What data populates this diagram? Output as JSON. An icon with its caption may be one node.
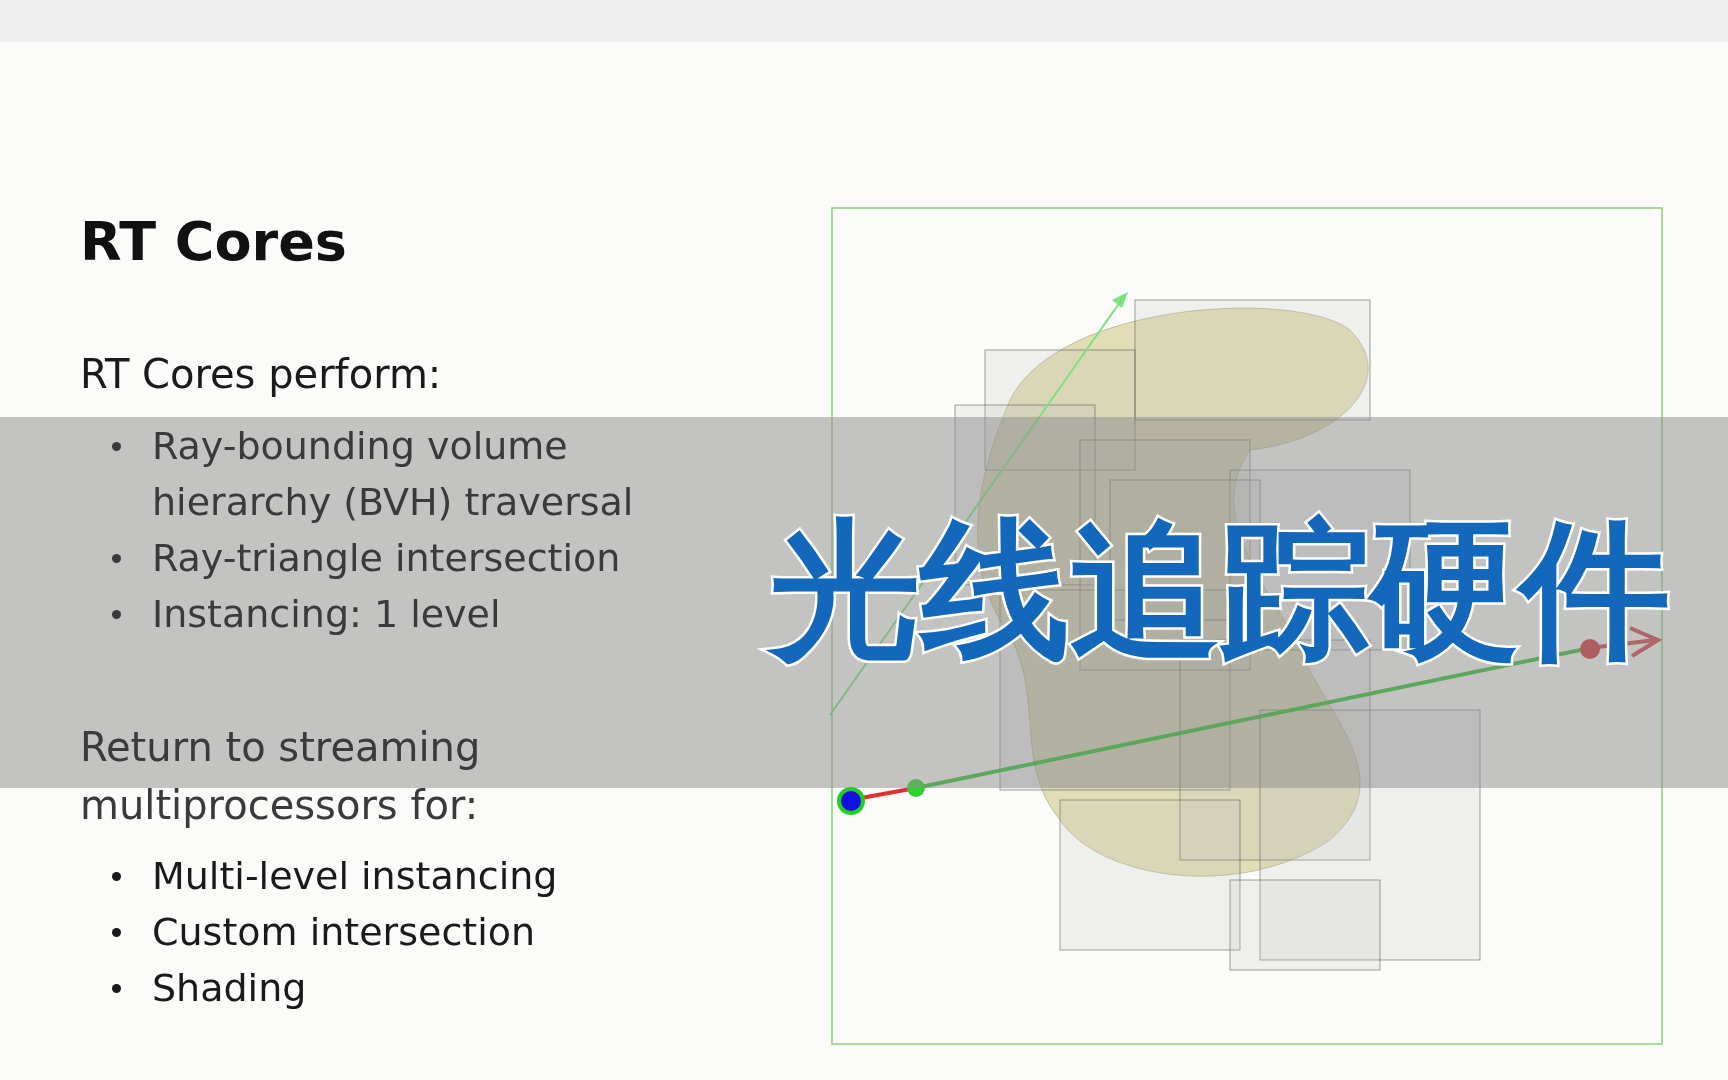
{
  "diagram": {
    "title": "RT Cores",
    "labels": [
      "光线追踪硬件",
      "RT Cores perform:",
      "Ray-bounding volume hierarchy (BVH) traversal",
      "Ray-triangle intersection",
      "Instancing: 1 level",
      "Return to streaming multiprocessors for:",
      "Multi-level instancing",
      "Custom intersection",
      "Shading"
    ]
  }
}
